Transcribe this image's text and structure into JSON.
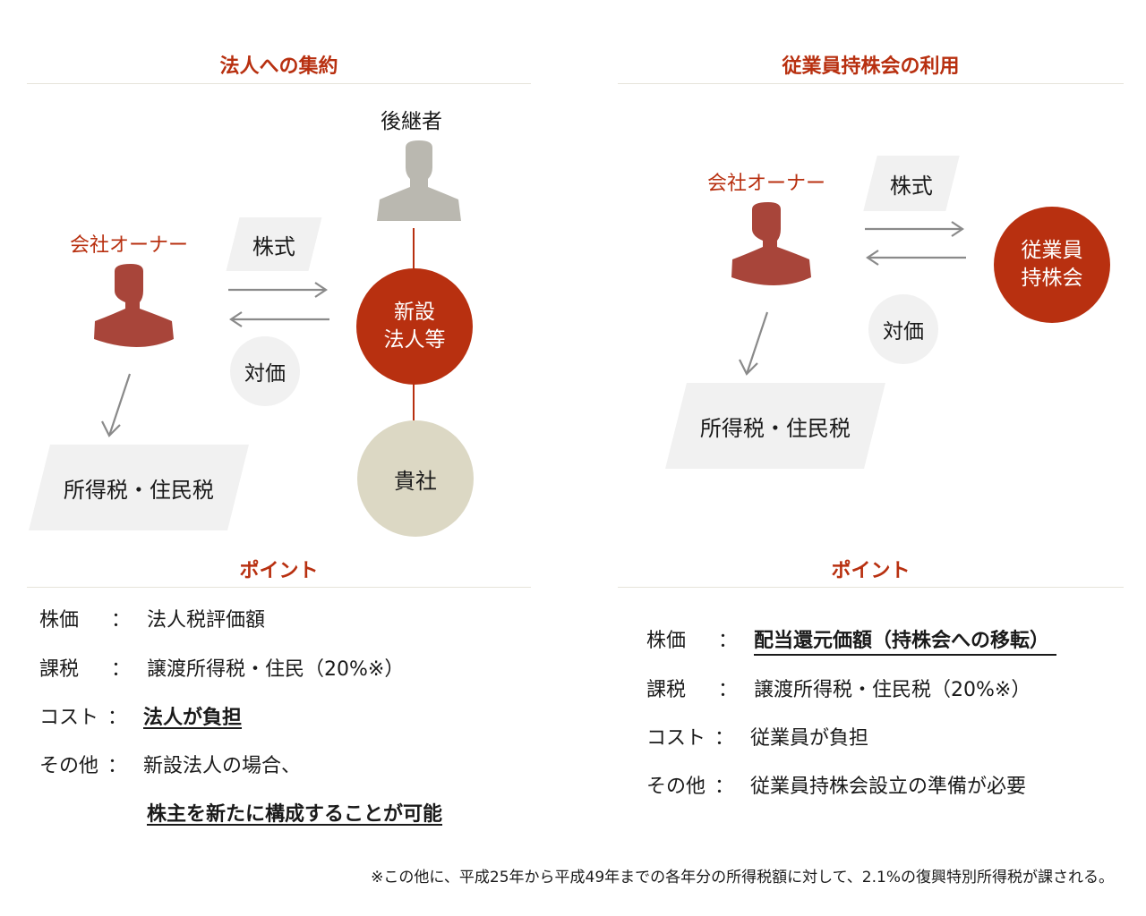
{
  "left_panel": {
    "title": "法人への集約",
    "successor_label": "後継者",
    "owner_label": "会社オーナー",
    "shares_label": "株式",
    "consideration_label": "対価",
    "new_corp_label_line1": "新設",
    "new_corp_label_line2": "法人等",
    "company_label": "貴社",
    "tax_label": "所得税・住民税",
    "points": {
      "title": "ポイント",
      "rows": [
        {
          "key": "株価",
          "colon": "：",
          "value": "法人税評価額"
        },
        {
          "key": "課税",
          "colon": "：",
          "value": "譲渡所得税・住民（20%※）"
        },
        {
          "key": "コスト",
          "colon": "：",
          "value": "法人が負担"
        },
        {
          "key": "その他",
          "colon": "：",
          "value": "新設法人の場合、"
        }
      ],
      "continuation": "株主を新たに構成することが可能"
    }
  },
  "right_panel": {
    "title": "従業員持株会の利用",
    "owner_label": "会社オーナー",
    "shares_label": "株式",
    "consideration_label": "対価",
    "esop_label_line1": "従業員",
    "esop_label_line2": "持株会",
    "tax_label": "所得税・住民税",
    "points": {
      "title": "ポイント",
      "rows": [
        {
          "key": "株価",
          "colon": "：",
          "value": "配当還元価額（持株会への移転）"
        },
        {
          "key": "課税",
          "colon": "：",
          "value": "譲渡所得税・住民税（20%※）"
        },
        {
          "key": "コスト",
          "colon": "：",
          "value": "従業員が負担"
        },
        {
          "key": "その他",
          "colon": "：",
          "value": "従業員持株会設立の準備が必要"
        }
      ]
    }
  },
  "footnote": "※この他に、平成25年から平成49年までの各年分の所得税額に対して、2.1%の復興特別所得税が課される。",
  "colors": {
    "accent_red": "#b83010",
    "owner_icon": "#a8453a",
    "successor_icon": "#bab8b0",
    "beige": "#dcd8c4",
    "light_gray": "#f1f1f1",
    "arrow_gray": "#8a8a8a"
  }
}
